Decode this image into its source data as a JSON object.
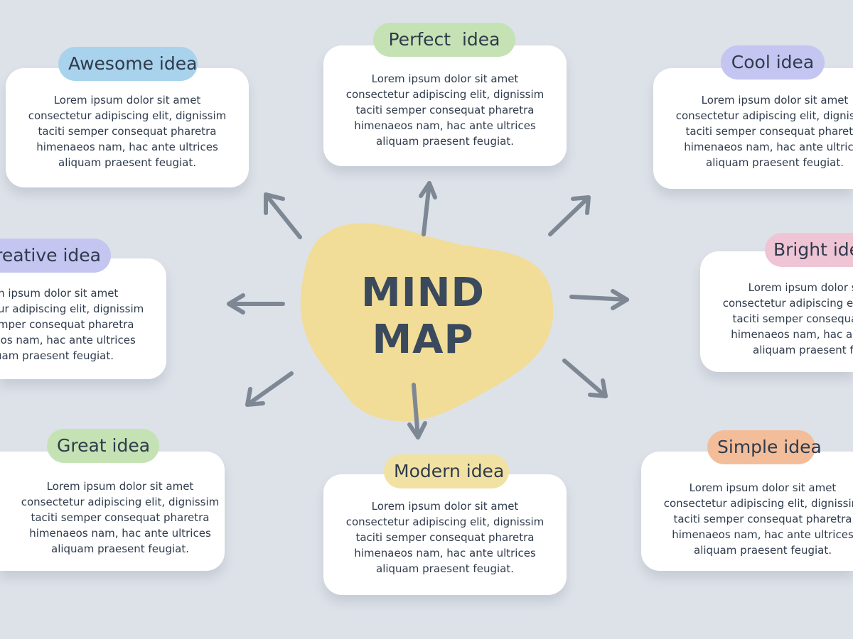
{
  "center": {
    "line1": "MIND",
    "line2": "MAP",
    "blob_color": "#f1dd98",
    "text_color": "#3a4a5c"
  },
  "arrow_color": "#7d8894",
  "body_text": "Lorem ipsum dolor sit amet\nconsectetur adipiscing elit, dignissim\ntaciti semper consequat pharetra\nhimenaeos nam, hac ante ultrices\naliquam praesent feugiat.",
  "ideas": [
    {
      "id": "awesome",
      "title": "Awesome idea",
      "color": "#a9d3ec",
      "text": "Lorem ipsum dolor sit amet\nconsectetur adipiscing elit, dignissim\ntaciti semper consequat pharetra\nhimenaeos nam, hac ante ultrices\naliquam praesent feugiat."
    },
    {
      "id": "perfect",
      "title": "Perfect  idea",
      "color": "#c5e2b4",
      "text": "Lorem ipsum dolor sit amet\nconsectetur adipiscing elit, dignissim\ntaciti semper consequat pharetra\nhimenaeos nam, hac ante ultrices\naliquam praesent feugiat."
    },
    {
      "id": "cool",
      "title": "Cool idea",
      "color": "#c4c5f1",
      "text": "Lorem ipsum dolor sit amet\nconsectetur adipiscing elit, dignissim\ntaciti semper consequat pharetra\nhimenaeos nam, hac ante ultrices\naliquam praesent feugiat."
    },
    {
      "id": "creative",
      "title": "Creative idea",
      "color": "#c4c5f1",
      "text": "Lorem ipsum dolor sit amet\nconsectetur adipiscing elit, dignissim\ntaciti semper consequat pharetra\nhimenaeos nam, hac ante ultrices\naliquam praesent feugiat."
    },
    {
      "id": "bright",
      "title": "Bright idea",
      "color": "#efc5d5",
      "text": "Lorem ipsum dolor sit amet\nconsectetur adipiscing elit, dignissim\ntaciti semper consequat pharetra\nhimenaeos nam, hac ante ultrices\naliquam praesent feugiat."
    },
    {
      "id": "great",
      "title": "Great idea",
      "color": "#c5e2b4",
      "text": "Lorem ipsum dolor sit amet\nconsectetur adipiscing elit, dignissim\ntaciti semper consequat pharetra\nhimenaeos nam, hac ante ultrices\naliquam praesent feugiat."
    },
    {
      "id": "modern",
      "title": "Modern idea",
      "color": "#f1e2a4",
      "text": "Lorem ipsum dolor sit amet\nconsectetur adipiscing elit, dignissim\ntaciti semper consequat pharetra\nhimenaeos nam, hac ante ultrices\naliquam praesent feugiat."
    },
    {
      "id": "simple",
      "title": "Simple idea",
      "color": "#f3bd9a",
      "text": "Lorem ipsum dolor sit amet\nconsectetur adipiscing elit, dignissim\ntaciti semper consequat pharetra\nhimenaeos nam, hac ante ultrices\naliquam praesent feugiat."
    }
  ]
}
